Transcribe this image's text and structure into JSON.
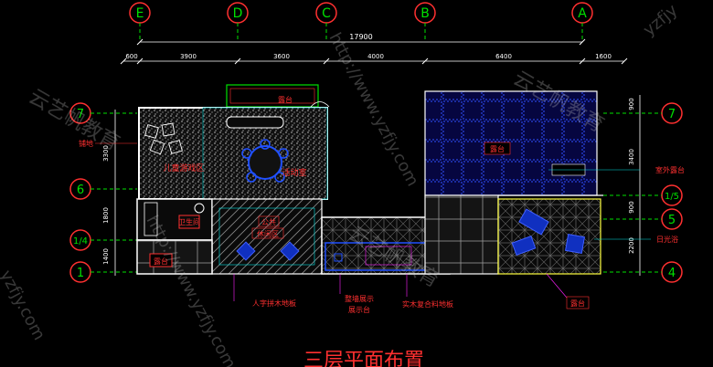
{
  "grid": {
    "columns": [
      "E",
      "D",
      "C",
      "B",
      "A"
    ],
    "rows_left": [
      "7",
      "6",
      "1/4",
      "1"
    ],
    "rows_right": [
      "7",
      "1/5",
      "5",
      "4"
    ]
  },
  "dims": {
    "overall": "17900",
    "top": [
      "600",
      "3900",
      "3600",
      "4000",
      "6400",
      "1600"
    ],
    "left_vertical": [
      "3300",
      "1800",
      "1400"
    ],
    "right_vertical": [
      "900",
      "3400",
      "900",
      "2200"
    ]
  },
  "rooms": {
    "balcony_top": "露台",
    "kids_play": "儿童游戏区",
    "activity_room": "活动室",
    "wc": "卫生间",
    "public_lounge_1": "公共",
    "public_lounge_2": "休闲区",
    "balcony_left": "露台",
    "balcony_right": "露台",
    "grid_room": "露台"
  },
  "callouts": {
    "left_mark": "铺地",
    "right_balcony": "室外露台",
    "skylight": "日光浴",
    "floor_wood": "人字拼木地板",
    "display_1": "整墙展示",
    "display_2": "展示台",
    "wood_floor_2": "实木复合料地板",
    "balcony_bottom": "露台"
  },
  "title": "三层平面布置",
  "watermarks": {
    "brand": "云艺帆教育",
    "url": "http://www.yzfjy.com",
    "url_short": "yzfjy.com",
    "corner": "yzfjy"
  },
  "colors": {
    "background": "#000000",
    "axis_red": "#ff3030",
    "axis_green": "#00e000",
    "dim": "#ffffff",
    "wall": "#ffffff",
    "yellow": "#ffff40",
    "blue": "#2050ff",
    "cyan": "#20d0ff",
    "magenta": "#ff20ff"
  }
}
